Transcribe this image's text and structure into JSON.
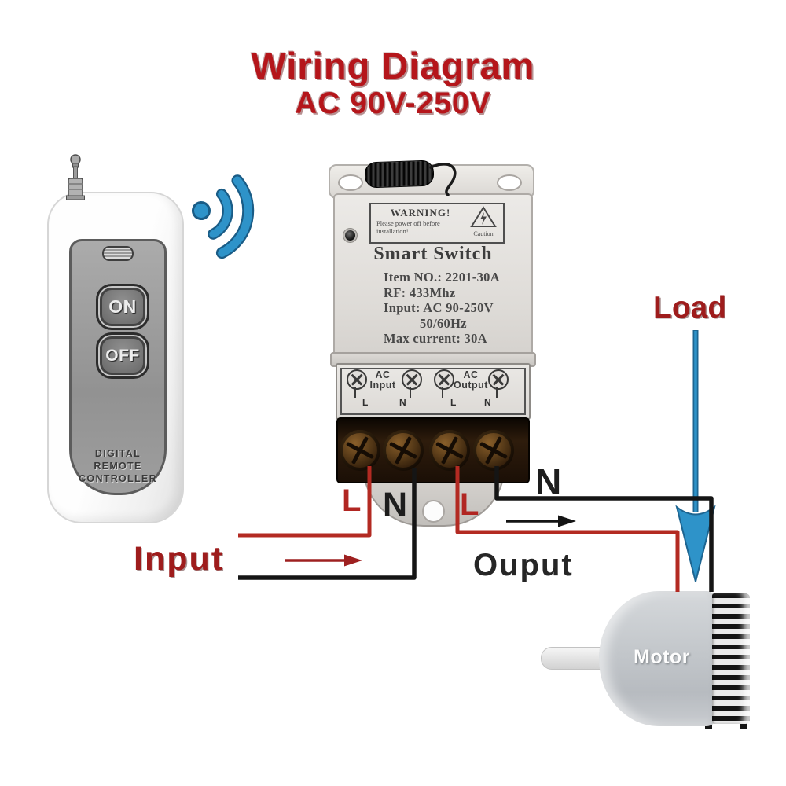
{
  "title": {
    "heading": "Wiring Diagram",
    "subheading": "AC 90V-250V"
  },
  "colors": {
    "title_red": "#b5161b",
    "label_red": "#9e1c1c",
    "wire_live": "#b32a22",
    "wire_neutral": "#151515",
    "signal_blue": "#2e93c9"
  },
  "remote": {
    "on_label": "ON",
    "off_label": "OFF",
    "brand_line1": "DIGITAL REMOTE",
    "brand_line2": "CONTROLLER"
  },
  "switch": {
    "warning": {
      "title": "WARNING!",
      "line1": "Please power off before",
      "line2": "installation!",
      "caution": "Caution"
    },
    "name": "Smart Switch",
    "specs": {
      "item_no": "Item NO.: 2201-30A",
      "rf": "RF: 433Mhz",
      "input": "Input: AC 90-250V",
      "frequency": "50/60Hz",
      "max_current": "Max current: 30A"
    },
    "terminals": {
      "input_group_line1": "AC",
      "input_group_line2": "Input",
      "output_group_line1": "AC",
      "output_group_line2": "Output",
      "pins": [
        "L",
        "N",
        "L",
        "N"
      ]
    }
  },
  "wiring": {
    "input_label": "Input",
    "output_label": "Ouput",
    "load_label": "Load",
    "input_live": "L",
    "input_neutral": "N",
    "output_live": "L",
    "output_neutral": "N",
    "wire_live_color": "#b32a22",
    "wire_neutral_color": "#151515",
    "load_arrow_color": "#2e93c9"
  },
  "motor": {
    "label": "Motor"
  }
}
